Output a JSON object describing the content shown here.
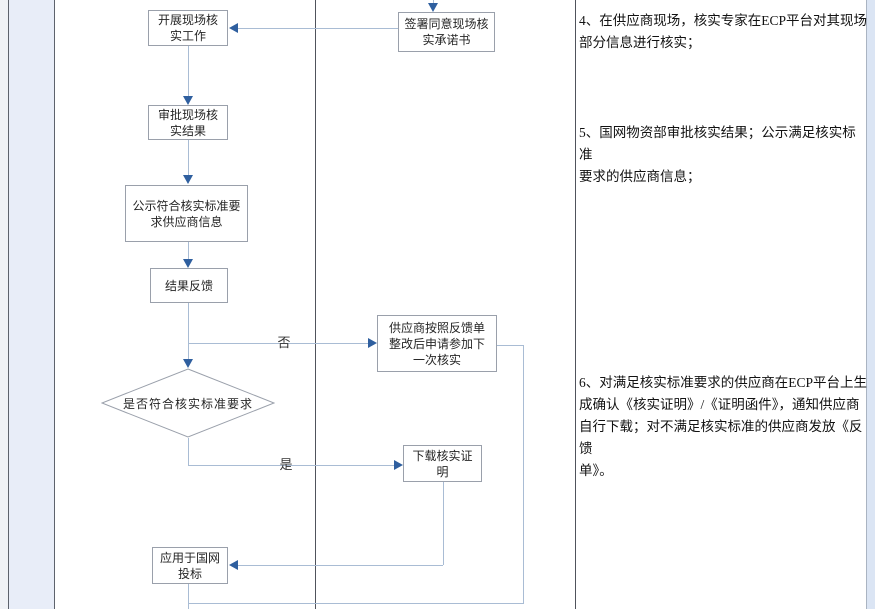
{
  "colors": {
    "connector": "#a9bcd4",
    "arrow": "#2f5f9f",
    "node_border": "#9aa0ab",
    "divider_dark": "#50535c",
    "sidebar_fill": "#e8edf8",
    "page_edge": "#dbe5f4"
  },
  "flowchart": {
    "nodes": {
      "sign_commitment": "签署同意现场核\n实承诺书",
      "carry_out": "开展现场核\n实工作",
      "approve_result": "审批现场核\n实结果",
      "publicize_info": "公示符合核实标准要\n求供应商信息",
      "result_feedback": "结果反馈",
      "decision_meet_standard": "是否符合核实标准要求",
      "rectify_reapply": "供应商按照反馈单\n整改后申请参加下\n一次核实",
      "download_certificate": "下载核实证\n明",
      "apply_bidding": "应用于国网\n投标"
    },
    "branch_labels": {
      "no": "否",
      "yes": "是"
    }
  },
  "notes": {
    "item4": "4、在供应商现场，核实专家在ECP平台对其现场\n部分信息进行核实；",
    "item5": "5、国网物资部审批核实结果；公示满足核实标准\n要求的供应商信息；",
    "item6": "6、对满足核实标准要求的供应商在ECP平台上生\n成确认《核实证明》/《证明函件》，通知供应商\n自行下载；对不满足核实标准的供应商发放《反馈\n单》。"
  }
}
